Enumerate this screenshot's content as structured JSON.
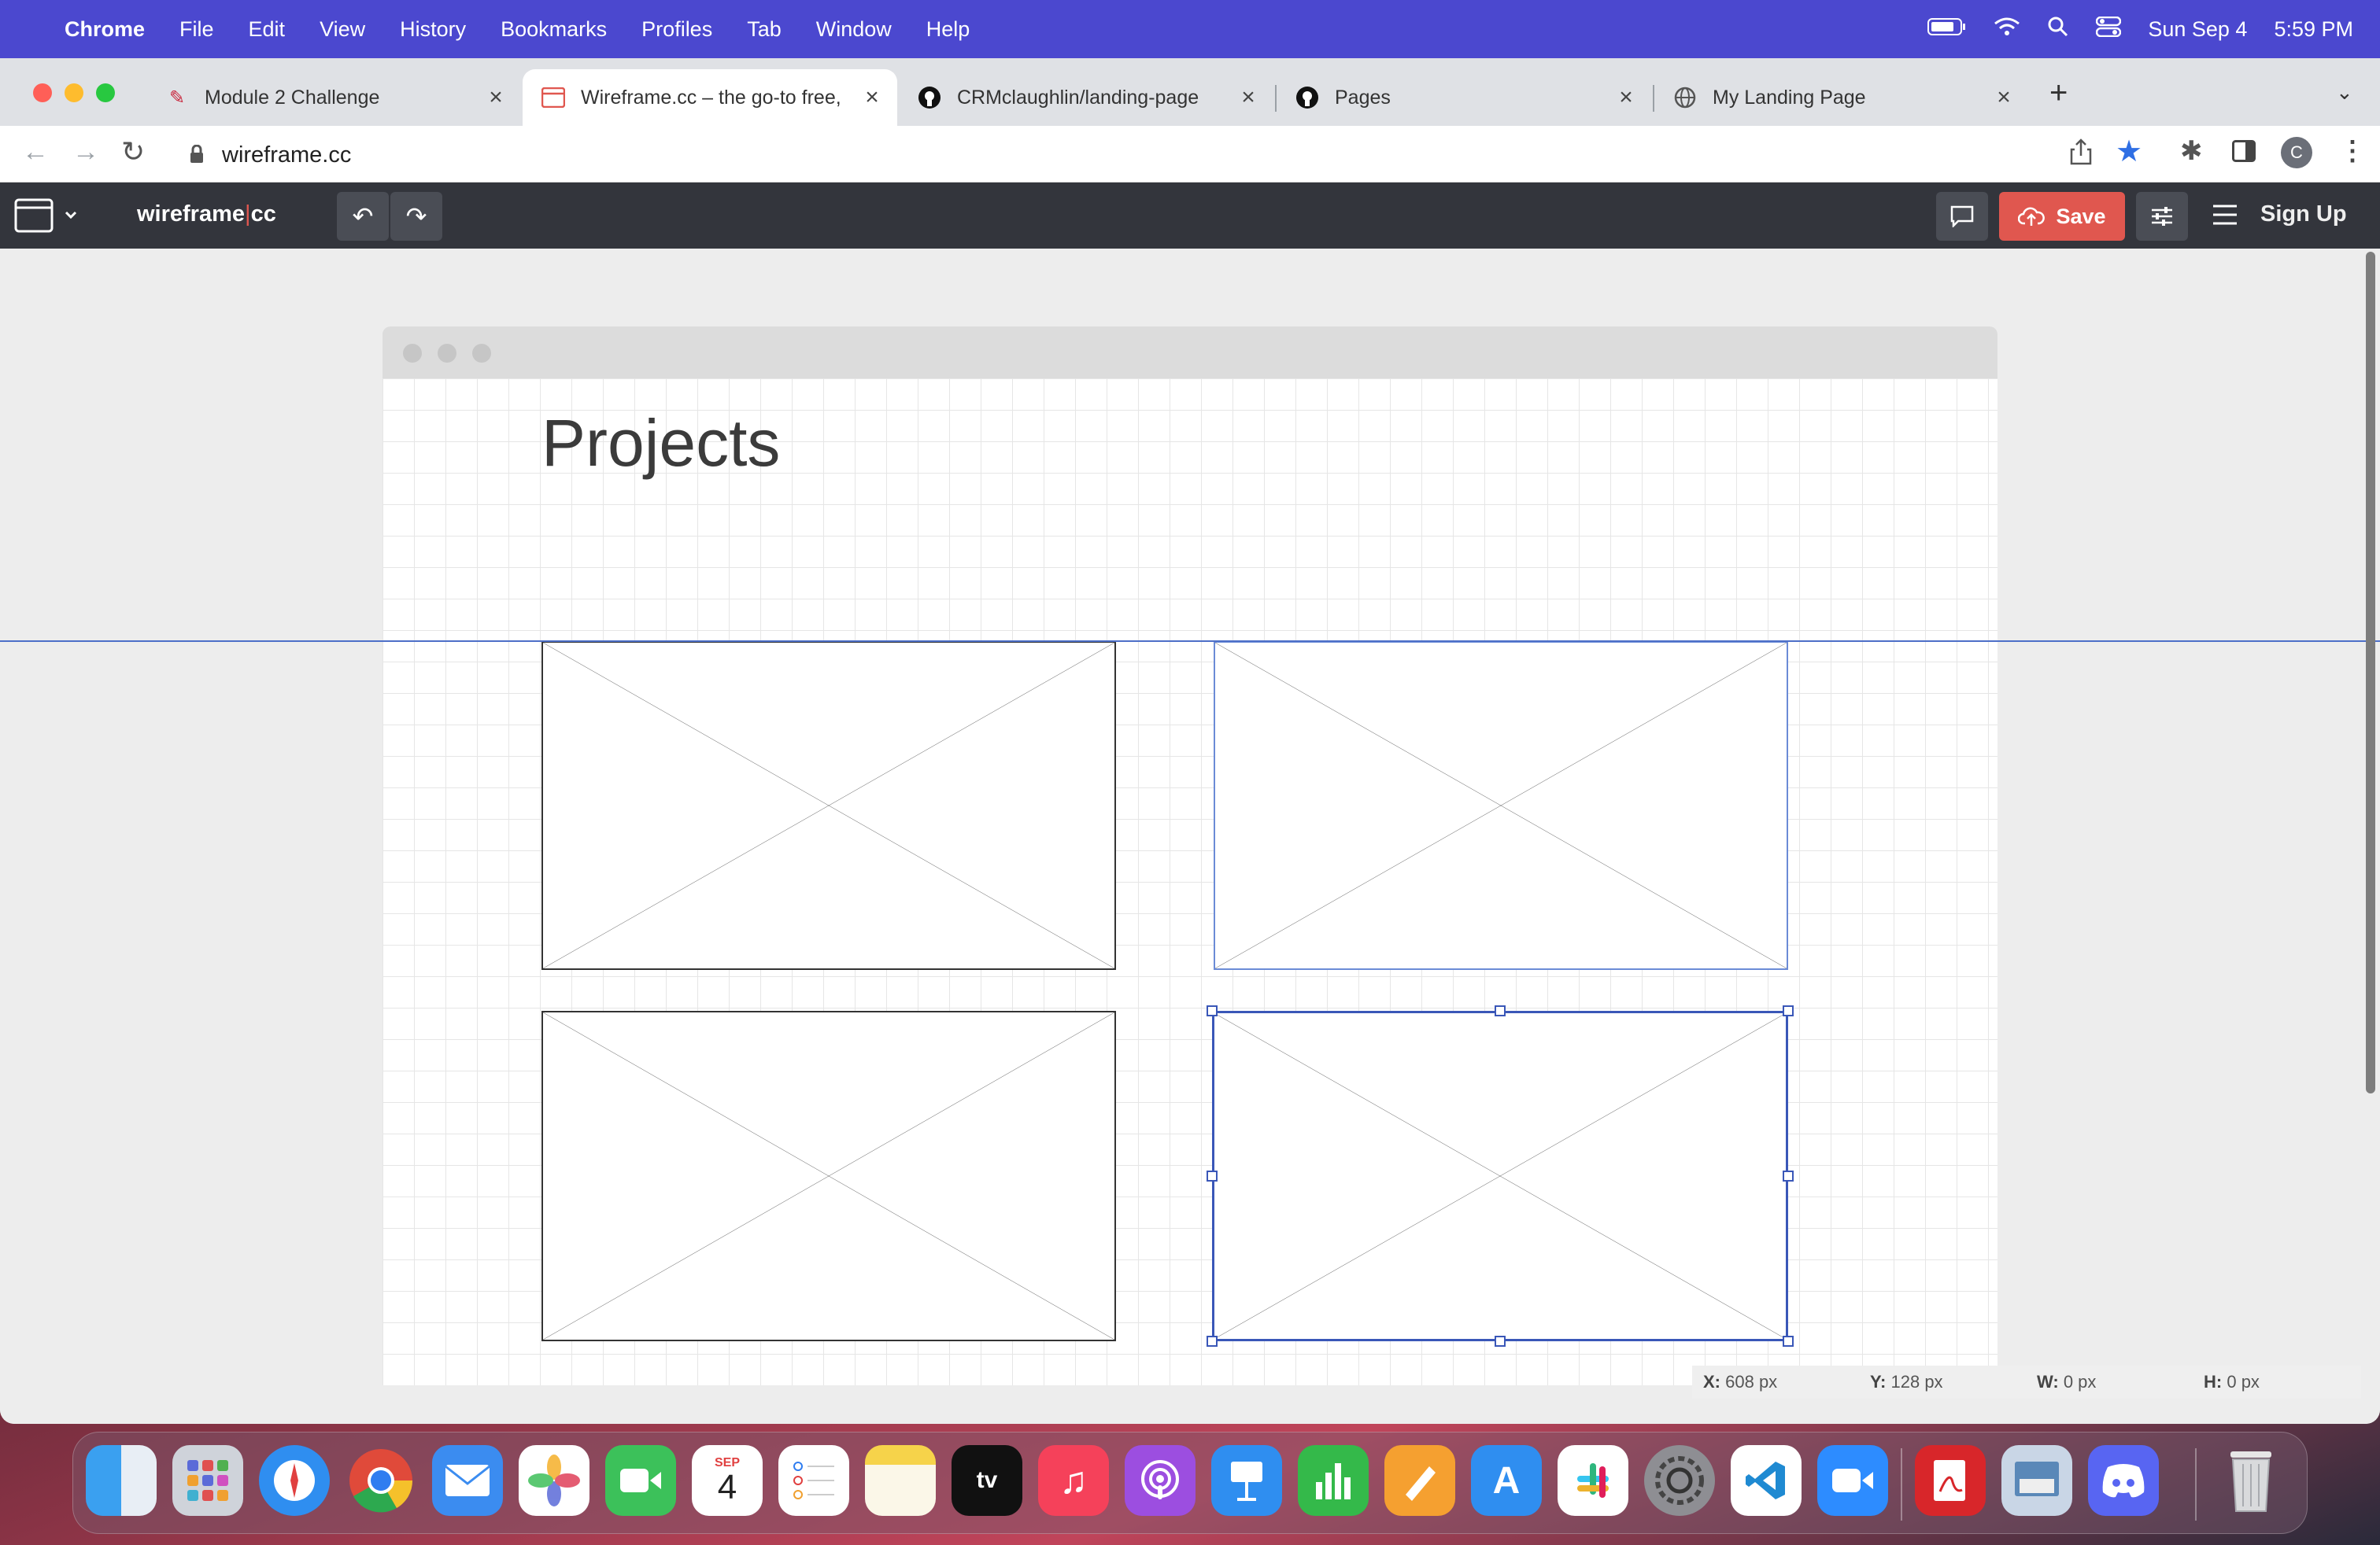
{
  "menubar": {
    "app_name": "Chrome",
    "items": [
      "File",
      "Edit",
      "View",
      "History",
      "Bookmarks",
      "Profiles",
      "Tab",
      "Window",
      "Help"
    ],
    "date": "Sun Sep 4",
    "time": "5:59 PM"
  },
  "tabs": [
    {
      "title": "Module 2 Challenge",
      "icon": "canvas-logo-icon"
    },
    {
      "title": "Wireframe.cc – the go-to free,",
      "icon": "wireframe-logo-icon",
      "active": true
    },
    {
      "title": "CRMclaughlin/landing-page",
      "icon": "github-icon"
    },
    {
      "title": "Pages",
      "icon": "github-icon"
    },
    {
      "title": "My Landing Page",
      "icon": "globe-icon"
    }
  ],
  "address": {
    "url": "wireframe.cc",
    "profile_initial": "C"
  },
  "app": {
    "logo_left": "wireframe",
    "logo_right": "cc",
    "save_label": "Save",
    "signup_label": "Sign Up"
  },
  "canvas": {
    "heading": "Projects",
    "placeholders": 4
  },
  "status": {
    "x_label": "X:",
    "x_value": "608 px",
    "y_label": "Y:",
    "y_value": "128 px",
    "w_label": "W:",
    "w_value": "0 px",
    "h_label": "H:",
    "h_value": "0 px"
  },
  "dock": {
    "calendar_month": "SEP",
    "calendar_day": "4",
    "apps": [
      "finder",
      "launchpad",
      "safari",
      "chrome",
      "mail",
      "photos",
      "facetime",
      "calendar",
      "reminders",
      "notes",
      "tv",
      "music",
      "podcasts",
      "keynote",
      "numbers",
      "pages",
      "app-store",
      "slack",
      "system-preferences",
      "vscode",
      "zoom",
      "acrobat",
      "preview",
      "discord",
      "trash"
    ]
  },
  "colors": {
    "accent": "#4b48cf",
    "save": "#e0574f",
    "selection": "#3a57b8"
  }
}
